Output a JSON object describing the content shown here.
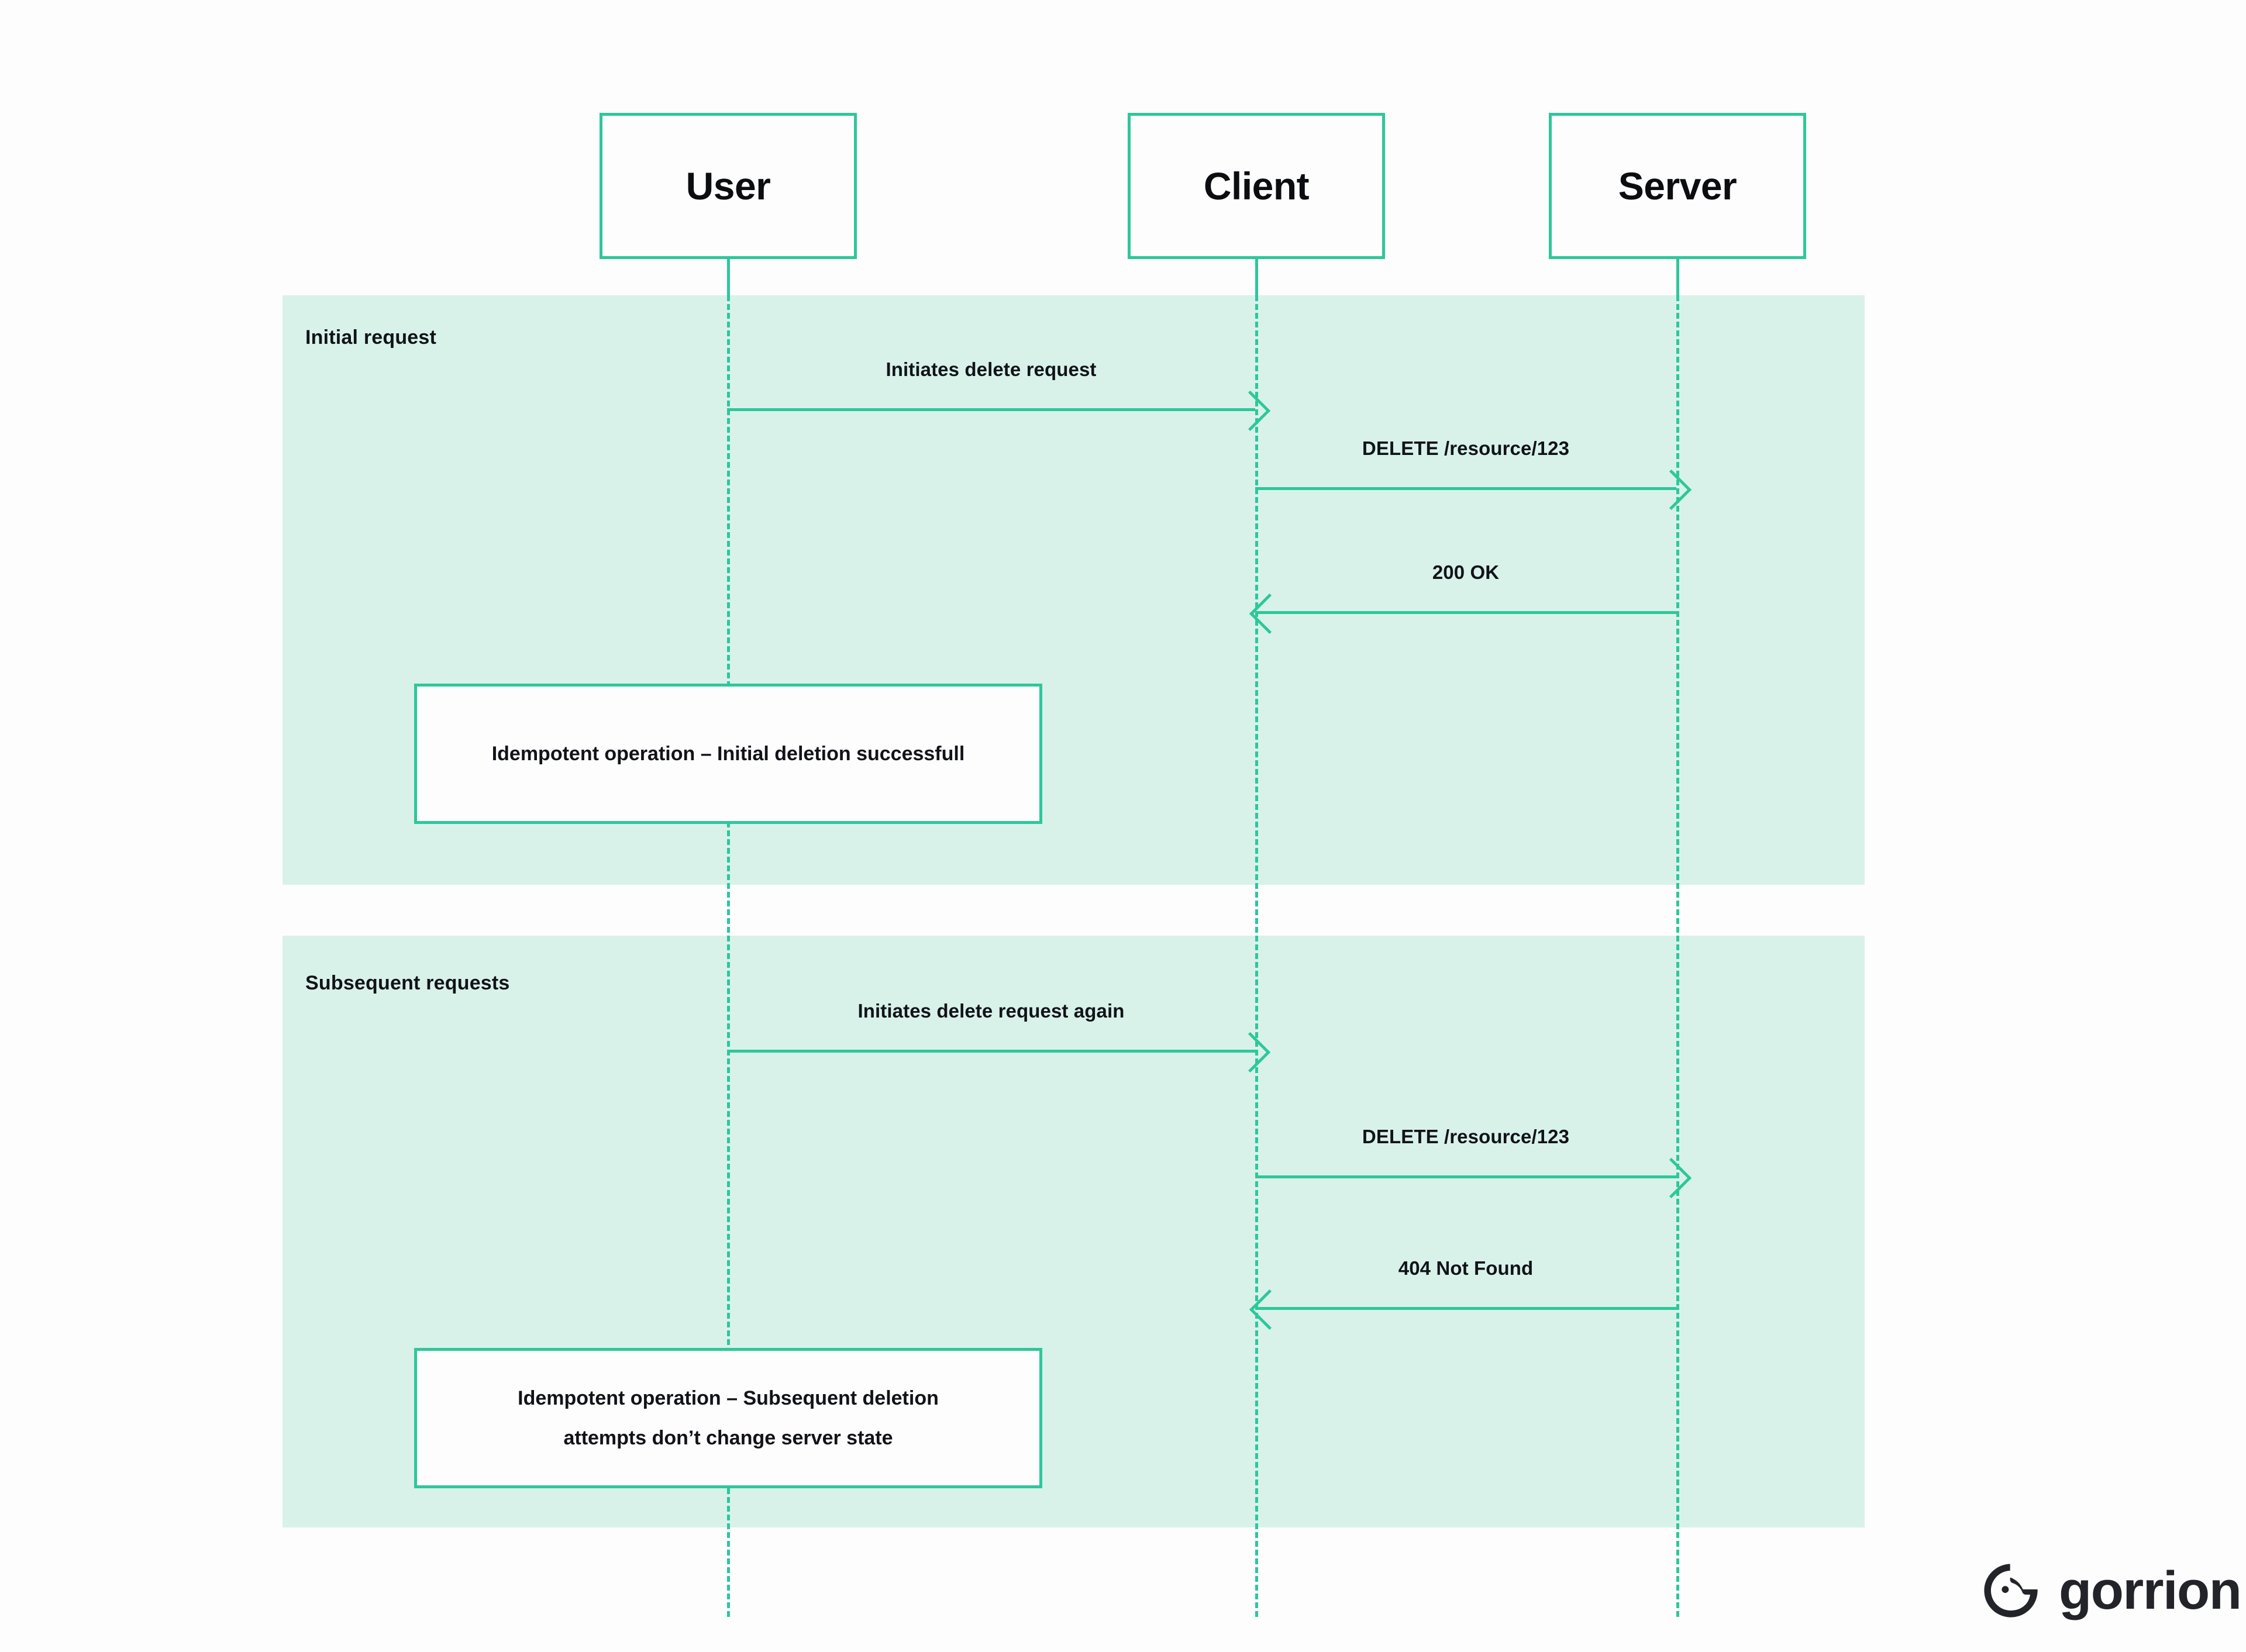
{
  "diagram": {
    "type": "sequence-diagram",
    "accent_color": "#2ec79a",
    "band_color": "#d8f2ea",
    "background_color": "#fdfdfd",
    "text_color": "#111318"
  },
  "participants": [
    {
      "key": "user",
      "label": "User"
    },
    {
      "key": "client",
      "label": "Client"
    },
    {
      "key": "server",
      "label": "Server"
    }
  ],
  "sections": [
    {
      "key": "initial",
      "label": "Initial request",
      "messages": [
        {
          "label": "Initiates delete request",
          "from": "user",
          "to": "client",
          "direction": "right"
        },
        {
          "label": "DELETE /resource/123",
          "from": "client",
          "to": "server",
          "direction": "right"
        },
        {
          "label": "200 OK",
          "from": "server",
          "to": "client",
          "direction": "left"
        }
      ],
      "note": {
        "lines": [
          "Idempotent operation – Initial deletion successfull"
        ]
      }
    },
    {
      "key": "subsequent",
      "label": "Subsequent requests",
      "messages": [
        {
          "label": "Initiates delete request again",
          "from": "user",
          "to": "client",
          "direction": "right"
        },
        {
          "label": "DELETE /resource/123",
          "from": "client",
          "to": "server",
          "direction": "right"
        },
        {
          "label": "404 Not Found",
          "from": "server",
          "to": "client",
          "direction": "left"
        }
      ],
      "note": {
        "lines": [
          "Idempotent operation – Subsequent deletion",
          "attempts don’t change server state"
        ]
      }
    }
  ],
  "brand": {
    "name": "gorrion",
    "mark_color": "#232429"
  }
}
